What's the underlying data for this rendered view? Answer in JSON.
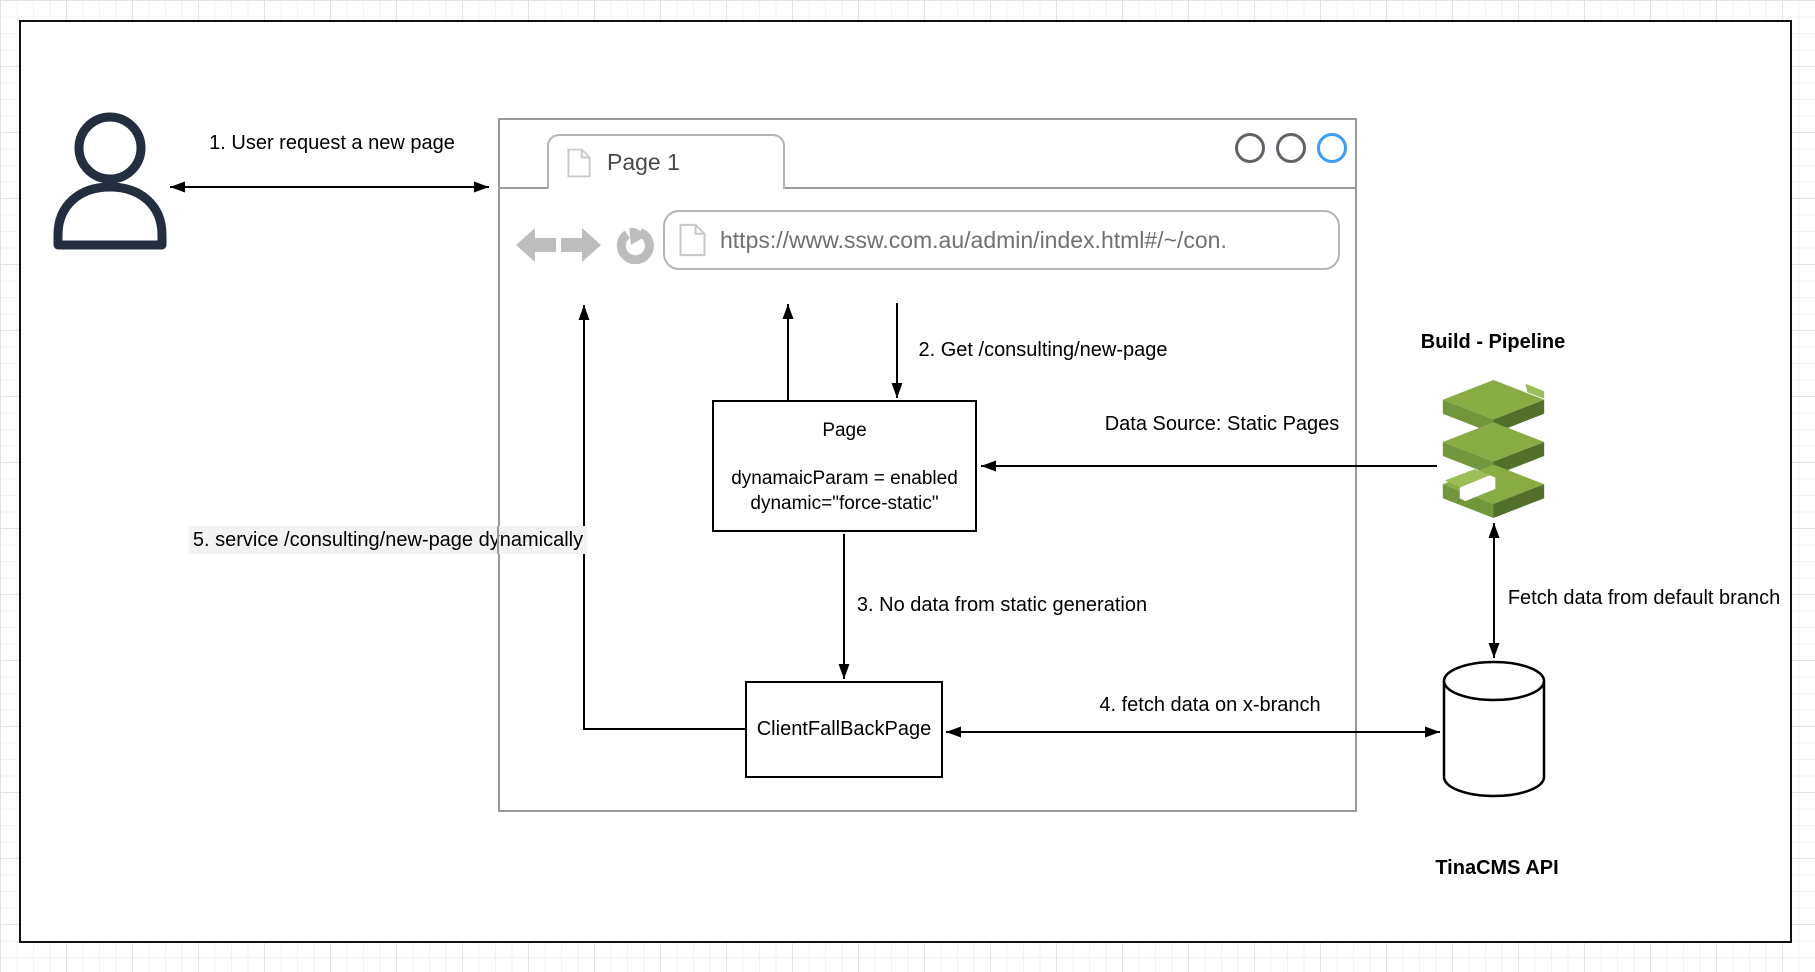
{
  "labels": {
    "step1": "1. User request a new page",
    "step2": "2. Get /consulting/new-page",
    "step3": "3. No data from static generation",
    "step4": "4. fetch data on x-branch",
    "step5": "5. service /consulting/new-page dynamically",
    "data_source": "Data Source: Static Pages",
    "fetch_default_branch": "Fetch data from default branch"
  },
  "browser": {
    "tab_title": "Page 1",
    "url": "https://www.ssw.com.au/admin/index.html#/~/con."
  },
  "nodes": {
    "page_box": {
      "title": "Page",
      "body_line1": "dynamaicParam = enabled",
      "body_line2": "dynamic=\"force-static\""
    },
    "fallback_box": {
      "label": "ClientFallBackPage"
    },
    "build_pipeline": {
      "label": "Build - Pipeline"
    },
    "tinacms_api": {
      "label": "TinaCMS API"
    }
  },
  "colors": {
    "accent_blue": "#3b9bfd",
    "chrome_gray": "#9a9a9a",
    "icon_gray": "#bdbdbd",
    "user_outline": "#232f3e",
    "aws_green_top": "#88ab44",
    "aws_green_front": "#71963b",
    "aws_green_side": "#53702b"
  }
}
